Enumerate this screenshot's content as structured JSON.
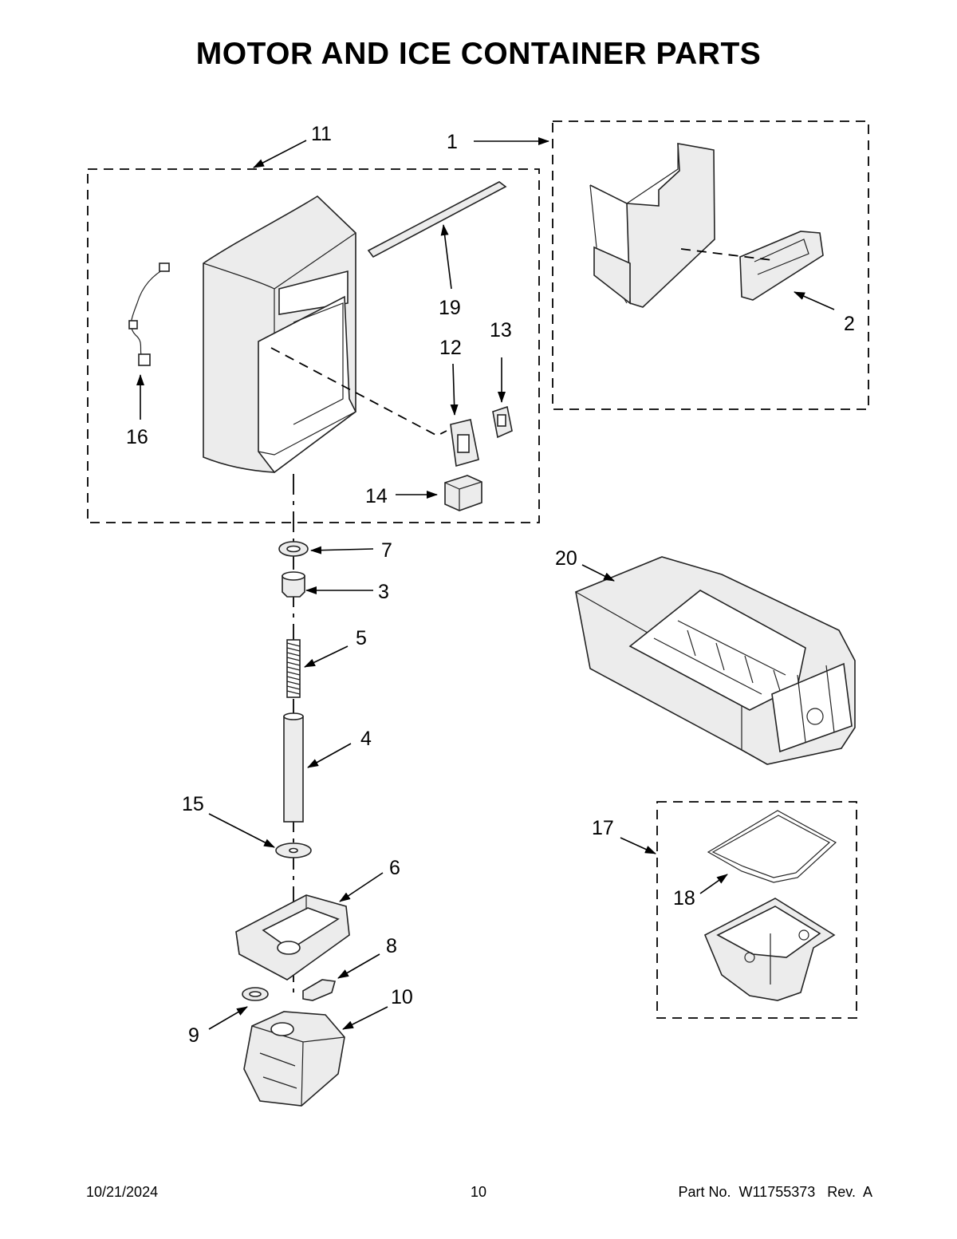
{
  "title": "MOTOR AND ICE CONTAINER PARTS",
  "callouts": {
    "c1": "1",
    "c2": "2",
    "c3": "3",
    "c4": "4",
    "c5": "5",
    "c6": "6",
    "c7": "7",
    "c8": "8",
    "c9": "9",
    "c10": "10",
    "c11": "11",
    "c12": "12",
    "c13": "13",
    "c14": "14",
    "c15": "15",
    "c16": "16",
    "c17": "17",
    "c18": "18",
    "c19": "19",
    "c20": "20"
  },
  "footer": {
    "date": "10/21/2024",
    "page": "10",
    "part_label": "Part No.",
    "part_number": "W11755373",
    "rev_label": "Rev.",
    "rev": "A"
  }
}
